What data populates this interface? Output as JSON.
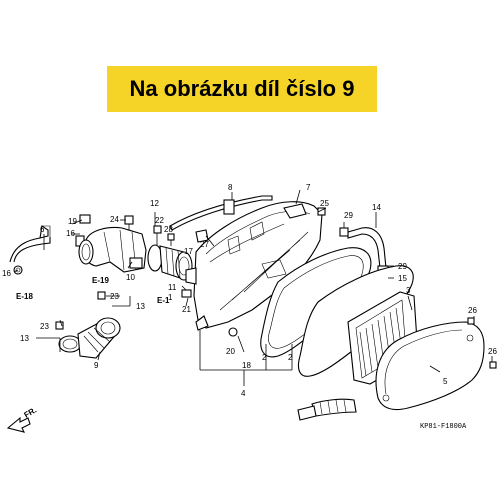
{
  "banner": {
    "text": "Na obrázku díl číslo 9",
    "background": "#f5d327"
  },
  "diagram": {
    "code": "KP81-F1800A",
    "front_marker": "FR.",
    "refs": {
      "e18": "E-18",
      "e19": "E-19",
      "e1": "E-1"
    },
    "callouts": {
      "n1": "1",
      "n2a": "2",
      "n2b": "2",
      "n3": "3",
      "n4": "4",
      "n5": "5",
      "n6": "6",
      "n7": "7",
      "n8": "8",
      "n9": "9",
      "n10": "10",
      "n11": "11",
      "n12": "12",
      "n13a": "13",
      "n13b": "13",
      "n14": "14",
      "n15": "15",
      "n16a": "16",
      "n16b": "16",
      "n17": "17",
      "n18": "18",
      "n19": "19",
      "n20": "20",
      "n21": "21",
      "n22": "22",
      "n23a": "23",
      "n23b": "23",
      "n24": "24",
      "n25": "25",
      "n26a": "26",
      "n26b": "26",
      "n27": "27",
      "n28": "28",
      "n29a": "29",
      "n29b": "29"
    }
  }
}
